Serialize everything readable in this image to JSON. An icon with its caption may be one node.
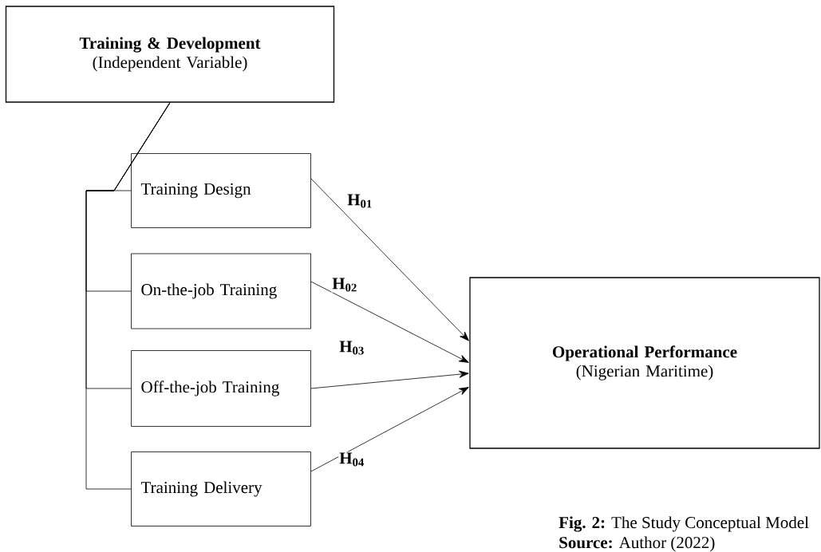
{
  "diagram": {
    "nodes": [
      {
        "text": [
          "Training & Development",
          "(Independent Variable)"
        ]
      },
      {
        "text": [
          "Training Design"
        ]
      },
      {
        "text": [
          "On-the-job Training"
        ]
      },
      {
        "text": [
          "Off-the-job Training"
        ]
      },
      {
        "text": [
          "Training Delivery"
        ]
      },
      {
        "text": [
          "Operational Performance",
          "(Nigerian Maritime)"
        ]
      }
    ],
    "edges": [
      {
        "from": 0,
        "to": 1,
        "arrow": "none"
      },
      {
        "from": 0,
        "to": 2,
        "arrow": "none"
      },
      {
        "from": 0,
        "to": 3,
        "arrow": "none"
      },
      {
        "from": 0,
        "to": 4,
        "arrow": "none"
      },
      {
        "from": 1,
        "to": 5,
        "arrow": "to",
        "label": "H$_{01}$"
      },
      {
        "from": 2,
        "to": 5,
        "arrow": "to",
        "label": "H$_{02}$"
      },
      {
        "from": 3,
        "to": 5,
        "arrow": "to",
        "label": "H$_{03}$"
      },
      {
        "from": 4,
        "to": 5,
        "arrow": "to",
        "label": "H$_{04}$"
      }
    ],
    "labels": [
      "**Fig. 2:** The Study Conceptual Model",
      "**Source:** Author (2022)"
    ]
  }
}
